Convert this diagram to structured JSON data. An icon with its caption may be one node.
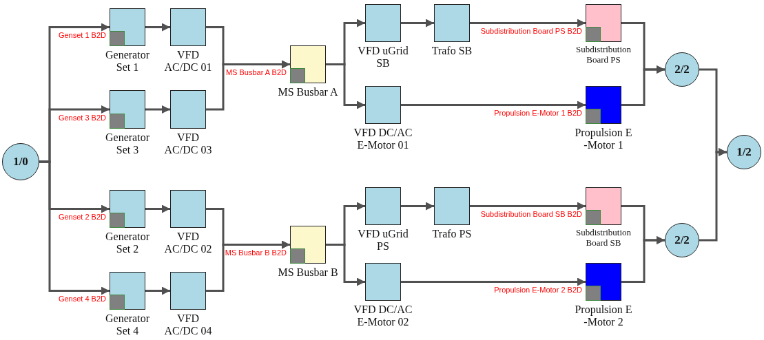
{
  "diagram": {
    "nodes": [
      {
        "text": [
          "1/0"
        ]
      },
      {
        "text": [
          "Generator Set 1"
        ],
        "beside": [
          "Genset 1 B2D"
        ]
      },
      {
        "text": [
          "VFD AC/DC 01"
        ]
      },
      {
        "text": [
          "Generator Set 3"
        ],
        "beside": [
          "Genset 3 B2D"
        ]
      },
      {
        "text": [
          "VFD AC/DC 03"
        ]
      },
      {
        "text": [
          "Generator Set 2"
        ],
        "beside": [
          "Genset 2 B2D"
        ]
      },
      {
        "text": [
          "VFD AC/DC 02"
        ]
      },
      {
        "text": [
          "Generator Set 4"
        ],
        "beside": [
          "Genset 4 B2D"
        ]
      },
      {
        "text": [
          "VFD AC/DC 04"
        ]
      },
      {
        "text": [
          "MS Busbar A"
        ],
        "beside": [
          "MS Busbar A B2D"
        ]
      },
      {
        "text": [
          "MS Busbar B"
        ],
        "beside": [
          "MS Busbar B B2D"
        ]
      },
      {
        "text": [
          "VFD uGrid SB"
        ]
      },
      {
        "text": [
          "Trafo SB"
        ]
      },
      {
        "text": [
          "Subdistribution Board PS"
        ],
        "beside": [
          "Subdistribution Board PS B2D"
        ]
      },
      {
        "text": [
          "VFD DC/AC E-Motor 01"
        ]
      },
      {
        "text": [
          "Propulsion E -Motor 1"
        ],
        "beside": [
          "Propulsion E-Motor 1 B2D"
        ]
      },
      {
        "text": [
          "VFD uGrid PS"
        ]
      },
      {
        "text": [
          "Trafo PS"
        ]
      },
      {
        "text": [
          "Subdistribution Board SB"
        ],
        "beside": [
          "Subdistribution Board SB B2D"
        ]
      },
      {
        "text": [
          "VFD DC/AC E-Motor 02"
        ]
      },
      {
        "text": [
          "Propulsion E -Motor 2"
        ],
        "beside": [
          "Propulsion E-Motor 2 B2D"
        ]
      },
      {
        "text": [
          "2/2"
        ]
      },
      {
        "text": [
          "2/2"
        ]
      },
      {
        "text": [
          "1/2"
        ]
      }
    ],
    "edges": [
      {
        "from": 0,
        "to": 1,
        "arrow": "to"
      },
      {
        "from": 0,
        "to": 3,
        "arrow": "to"
      },
      {
        "from": 0,
        "to": 5,
        "arrow": "to"
      },
      {
        "from": 0,
        "to": 7,
        "arrow": "to"
      },
      {
        "from": 1,
        "to": 2,
        "arrow": "to"
      },
      {
        "from": 3,
        "to": 4,
        "arrow": "to"
      },
      {
        "from": 5,
        "to": 6,
        "arrow": "to"
      },
      {
        "from": 7,
        "to": 8,
        "arrow": "to"
      },
      {
        "from": 2,
        "to": 9,
        "arrow": "to"
      },
      {
        "from": 4,
        "to": 9,
        "arrow": "to"
      },
      {
        "from": 6,
        "to": 10,
        "arrow": "to"
      },
      {
        "from": 8,
        "to": 10,
        "arrow": "to"
      },
      {
        "from": 9,
        "to": 11,
        "arrow": "to"
      },
      {
        "from": 9,
        "to": 14,
        "arrow": "to"
      },
      {
        "from": 11,
        "to": 12,
        "arrow": "to"
      },
      {
        "from": 12,
        "to": 13,
        "arrow": "to"
      },
      {
        "from": 14,
        "to": 15,
        "arrow": "to"
      },
      {
        "from": 10,
        "to": 16,
        "arrow": "to"
      },
      {
        "from": 10,
        "to": 19,
        "arrow": "to"
      },
      {
        "from": 16,
        "to": 17,
        "arrow": "to"
      },
      {
        "from": 17,
        "to": 18,
        "arrow": "to"
      },
      {
        "from": 19,
        "to": 20,
        "arrow": "to"
      },
      {
        "from": 13,
        "to": 21,
        "arrow": "to"
      },
      {
        "from": 15,
        "to": 21,
        "arrow": "to"
      },
      {
        "from": 18,
        "to": 22,
        "arrow": "to"
      },
      {
        "from": 20,
        "to": 22,
        "arrow": "to"
      },
      {
        "from": 21,
        "to": 23,
        "arrow": "to"
      },
      {
        "from": 22,
        "to": 23,
        "arrow": "to"
      }
    ]
  }
}
